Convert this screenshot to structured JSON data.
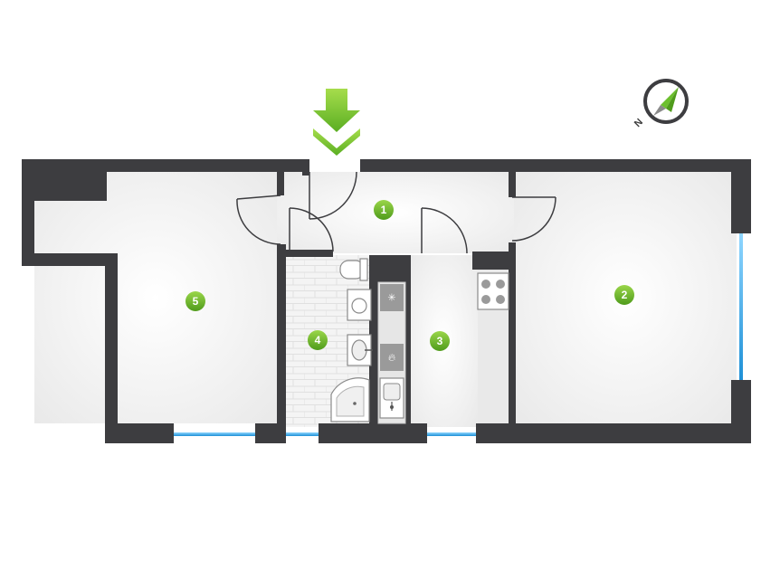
{
  "rooms": [
    {
      "number": "1"
    },
    {
      "number": "2"
    },
    {
      "number": "3"
    },
    {
      "number": "4"
    },
    {
      "number": "5"
    }
  ],
  "compass": {
    "letter": "N"
  },
  "icons": {
    "entrance": "entrance-arrow-icon",
    "compass": "compass-icon",
    "fridge": "snowflake-icon",
    "boiler": "flame-icon"
  },
  "colors": {
    "wall": "#3d3d40",
    "floor": "#f2f2f2",
    "window": "#2fa8e6",
    "accent": "#6cbf2e",
    "accent_dark": "#4f9b1b",
    "tile": "#e4e4e4"
  }
}
